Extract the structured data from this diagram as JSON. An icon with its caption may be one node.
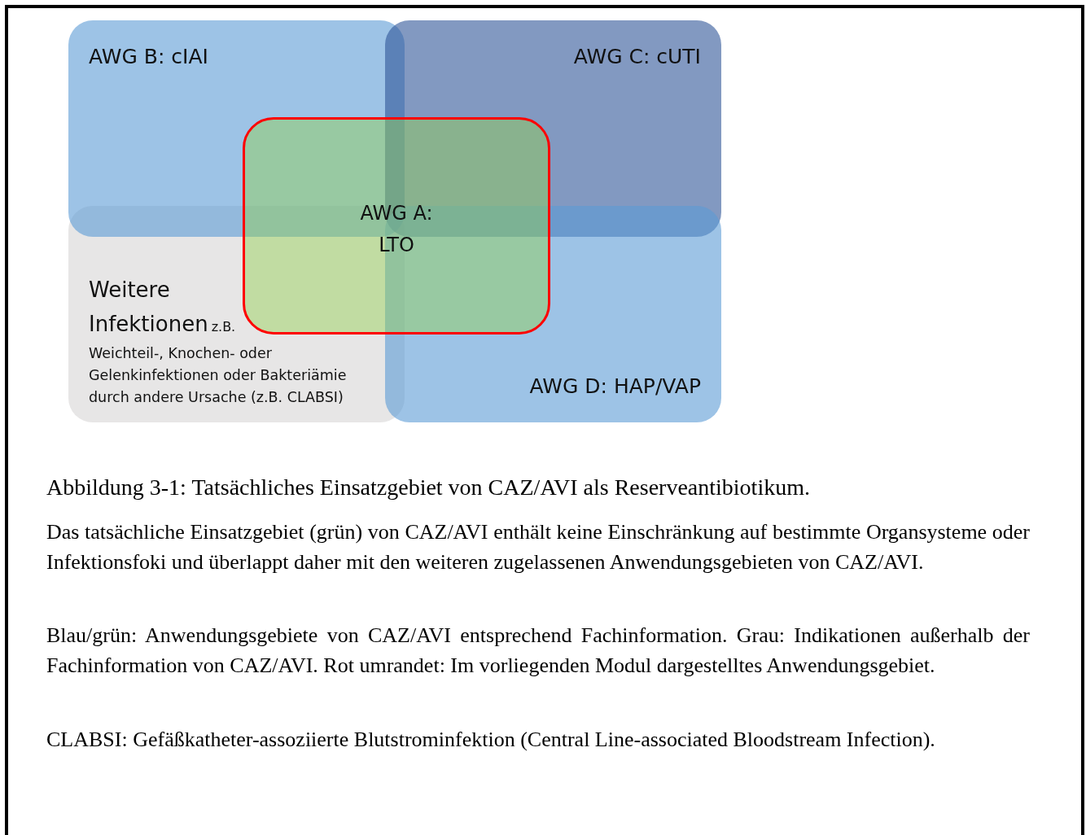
{
  "diagram": {
    "caption": "Abbildung 3-1: Tatsächliches Einsatzgebiet von CAZ/AVI als Reserveantibiotikum.",
    "nodes": [
      {
        "text": [
          "AWG B: cIAI"
        ]
      },
      {
        "text": [
          "AWG C: cUTI"
        ]
      },
      {
        "text": [
          "Weitere Infektionen",
          "z.B.",
          "Weichteil-, Knochen- oder Gelenkinfektionen oder Bakteriämie durch andere Ursache (z.B. CLABSI)"
        ]
      },
      {
        "text": [
          "AWG D: HAP/VAP"
        ]
      },
      {
        "text": [
          "AWG A: LTO"
        ]
      }
    ],
    "labels": [
      "Das tatsächliche Einsatzgebiet (grün) von CAZ/AVI enthält keine Einschränkung auf bestimmte Organsysteme oder Infektionsfoki und überlappt daher mit den weiteren zugelassenen Anwendungsgebieten von CAZ/AVI.",
      "Blau/grün: Anwendungsgebiete von CAZ/AVI entsprechend Fachinformation. Grau: Indikationen außerhalb der Fachinformation von CAZ/AVI. Rot umrandet: Im vorliegenden Modul dargestelltes Anwendungsgebiet.",
      "CLABSI: Gefäßkatheter-assoziierte Blutstrominfektion (Central Line-associated Bloodstream Infection)."
    ]
  }
}
